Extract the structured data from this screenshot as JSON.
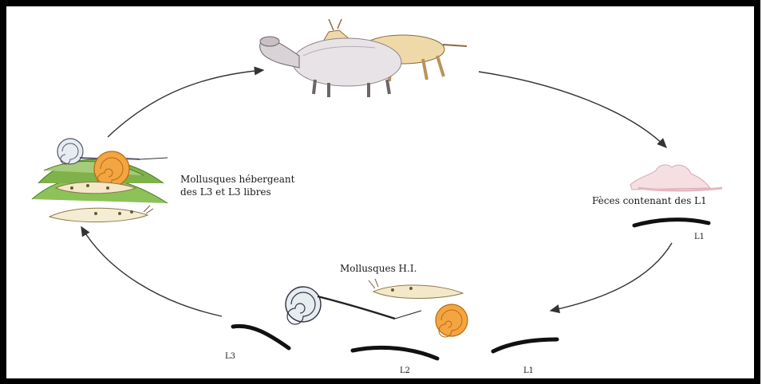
{
  "diagram": {
    "labels": {
      "host_molluscs_line1": "Mollusques hébergeant",
      "host_molluscs_line2": "des L3 et L3 libres",
      "feces": "Fèces contenant des L1",
      "intermediate_molluscs": "Mollusques H.I.",
      "larva_l1_feces": "L1",
      "larva_l3": "L3",
      "larva_l2": "L2",
      "larva_l1": "L1"
    },
    "illustrations": [
      "sheep-and-goat",
      "feces-pile",
      "snails-on-grass",
      "snail-shell",
      "slug",
      "orange-snail",
      "larva"
    ],
    "colors": {
      "border": "#000000",
      "arrow": "#333333",
      "snail_orange": "#f2a541",
      "grass": "#7fb24a",
      "larva": "#111111",
      "goat": "#f0d9a8",
      "sheep": "#e8e3e6"
    }
  }
}
